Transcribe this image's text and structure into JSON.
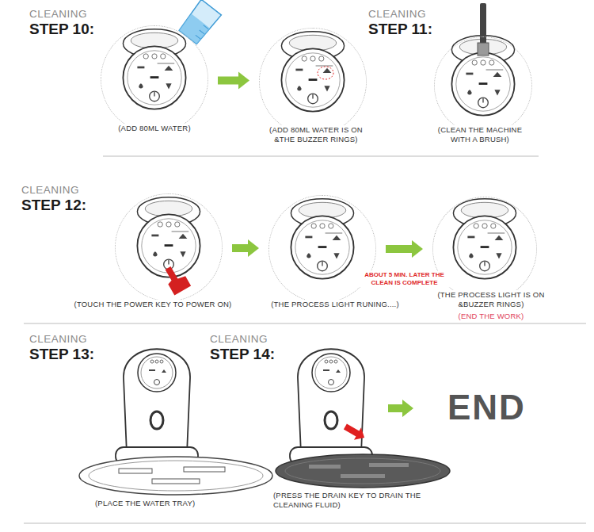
{
  "diagram": {
    "nodes": [
      {
        "text": [
          "(ADD 80ML WATER)"
        ]
      },
      {
        "text": [
          "(ADD 80ML WATER IS ON &THE BUZZER RINGS)"
        ]
      },
      {
        "text": [
          "(CLEAN THE MACHINE WITH A BRUSH)"
        ]
      },
      {
        "text": [
          "(TOUCH THE POWER KEY TO POWER ON)"
        ]
      },
      {
        "text": [
          "(THE PROCESS LIGHT RUNING....)"
        ]
      },
      {
        "text": [
          "(THE PROCESS LIGHT IS ON &BUZZER RINGS)",
          "(END THE WORK)"
        ]
      }
    ],
    "edges": [
      {
        "from": 0,
        "to": 1,
        "arrow": "to"
      },
      {
        "from": 3,
        "to": 4,
        "arrow": "to"
      },
      {
        "from": 4,
        "to": 5,
        "label": "ABOUT 5 MIN. LATER THE CLEAN IS COMPLETE",
        "arrow": "to"
      }
    ],
    "labels": [
      "CLEANING",
      "STEP 10:",
      "CLEANING",
      "STEP 11:",
      "CLEANING",
      "STEP 12:",
      "CLEANING",
      "STEP 13:",
      "CLEANING",
      "STEP 14:",
      "END",
      "(PLACE THE WATER TRAY)",
      "(PRESS THE DRAIN KEY TO DRAIN THE CLEANING FLUID)"
    ]
  }
}
